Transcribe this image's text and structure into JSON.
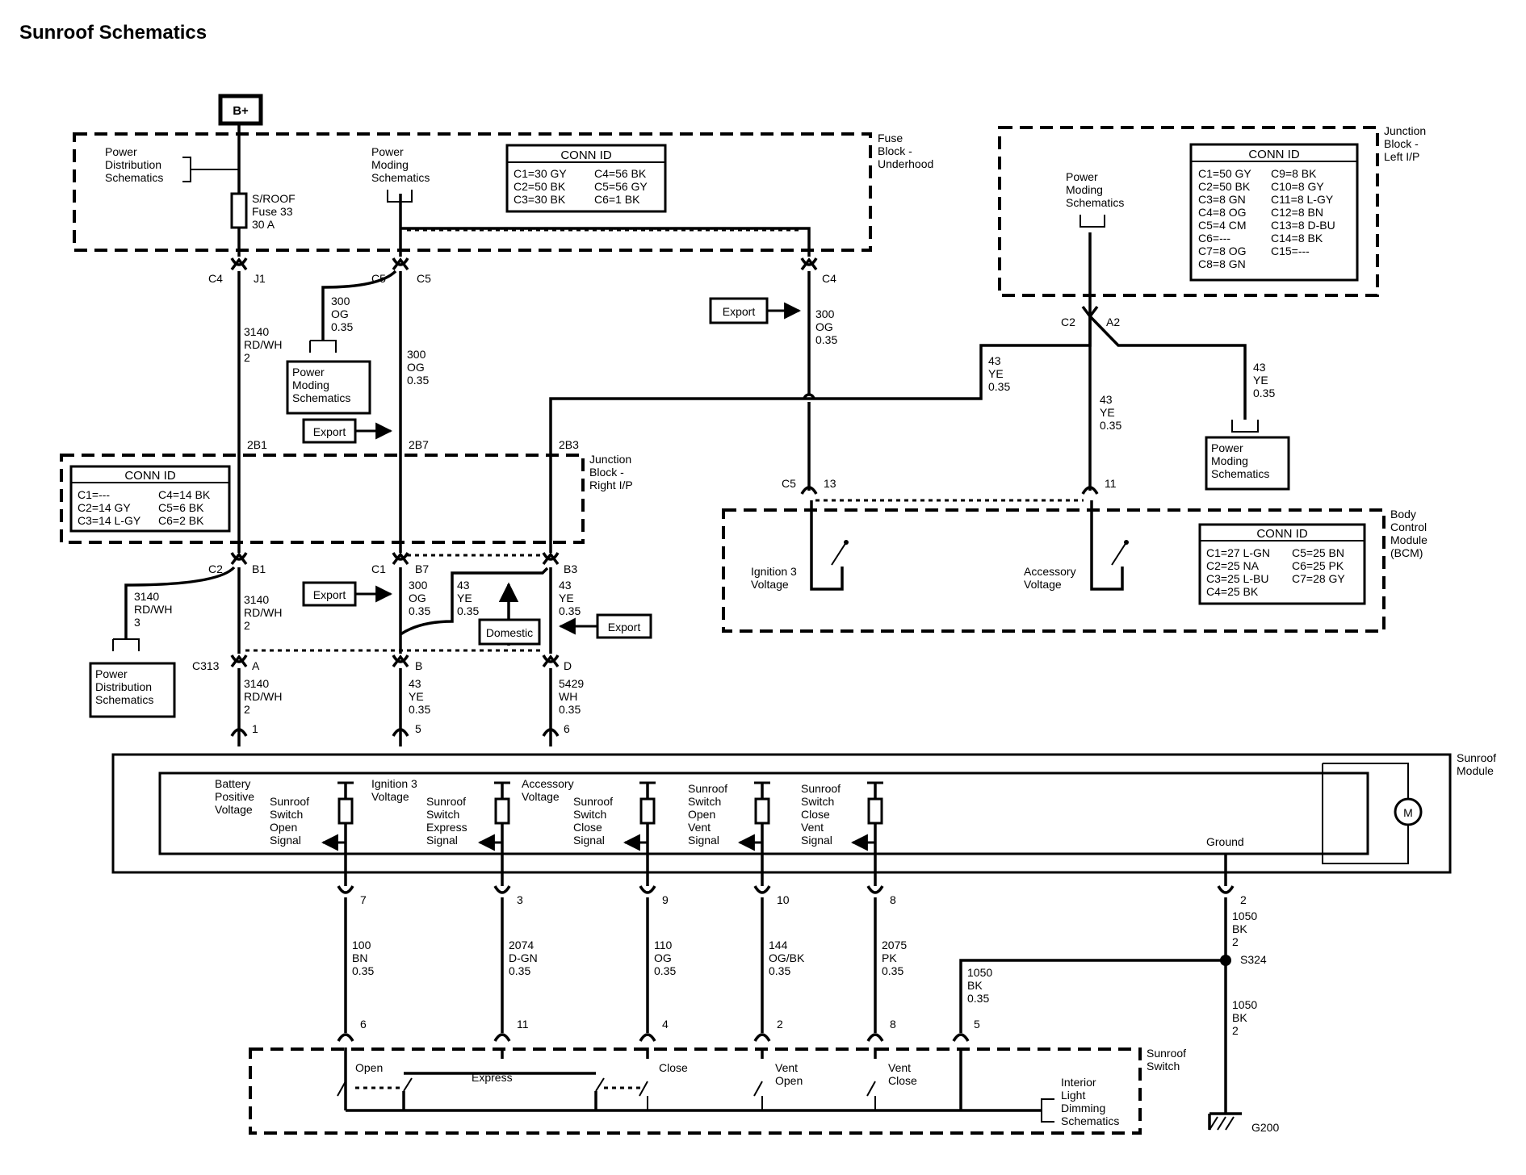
{
  "title": "Sunroof Schematics",
  "battery": "B+",
  "fuse_block_underhood": {
    "label": [
      "Fuse",
      "Block -",
      "Underhood"
    ],
    "power_distribution": [
      "Power",
      "Distribution",
      "Schematics"
    ],
    "power_moding": [
      "Power",
      "Moding",
      "Schematics"
    ],
    "fuse": [
      "S/ROOF",
      "Fuse 33",
      "30 A"
    ],
    "conn_id": {
      "title": "CONN ID",
      "rows": [
        [
          "C1=30 GY",
          "C4=56 BK"
        ],
        [
          "C2=50 BK",
          "C5=56 GY"
        ],
        [
          "C3=30 BK",
          "C6=1 BK"
        ]
      ]
    }
  },
  "junction_block_left": {
    "label": [
      "Junction",
      "Block -",
      "Left I/P"
    ],
    "power_moding": [
      "Power",
      "Moding",
      "Schematics"
    ],
    "conn_id": {
      "title": "CONN ID",
      "rows": [
        [
          "C1=50 GY",
          "C9=8 BK"
        ],
        [
          "C2=50 BK",
          "C10=8 GY"
        ],
        [
          "C3=8 GN",
          "C11=8 L-GY"
        ],
        [
          "C4=8 OG",
          "C12=8 BN"
        ],
        [
          "C5=4 CM",
          "C13=8 D-BU"
        ],
        [
          "C6=---",
          "C14=8 BK"
        ],
        [
          "C7=8 OG",
          "C15=---"
        ],
        [
          "C8=8 GN",
          ""
        ]
      ]
    }
  },
  "junction_block_right": {
    "label": [
      "Junction",
      "Block -",
      "Right I/P"
    ],
    "conn_id": {
      "title": "CONN ID",
      "rows": [
        [
          "C1=---",
          "C4=14 BK"
        ],
        [
          "C2=14 GY",
          "C5=6 BK"
        ],
        [
          "C3=14 L-GY",
          "C6=2 BK"
        ]
      ]
    }
  },
  "bcm": {
    "label": [
      "Body",
      "Control",
      "Module",
      "(BCM)"
    ],
    "ignition": [
      "Ignition 3",
      "Voltage"
    ],
    "accessory": [
      "Accessory",
      "Voltage"
    ],
    "conn_id": {
      "title": "CONN ID",
      "rows": [
        [
          "C1=27 L-GN",
          "C5=25 BN"
        ],
        [
          "C2=25 NA",
          "C6=25 PK"
        ],
        [
          "C3=25 L-BU",
          "C7=28 GY"
        ],
        [
          "C4=25 BK",
          ""
        ]
      ]
    }
  },
  "connectors": {
    "c4": "C4",
    "j1": "J1",
    "c5a": "C5",
    "c5b": "C5",
    "c4r": "C4",
    "2b1": "2B1",
    "2b7": "2B7",
    "2b3": "2B3",
    "c2": "C2",
    "b1": "B1",
    "c1": "C1",
    "b7": "B7",
    "b3": "B3",
    "c313": "C313",
    "a": "A",
    "b": "B",
    "d": "D",
    "p1": "1",
    "p5": "5",
    "p6": "6",
    "c5bcm": "C5",
    "p13": "13",
    "p11": "11",
    "c2l": "C2",
    "a2": "A2"
  },
  "wires": {
    "w3140": [
      "3140",
      "RD/WH",
      "2"
    ],
    "w3140b": [
      "3140",
      "RD/WH",
      "2"
    ],
    "w3140c": [
      "3140",
      "RD/WH",
      "2"
    ],
    "w3140d": [
      "3140",
      "RD/WH",
      "3"
    ],
    "w300a": [
      "300",
      "OG",
      "0.35"
    ],
    "w300b": [
      "300",
      "OG",
      "0.35"
    ],
    "w300c": [
      "300",
      "OG",
      "0.35"
    ],
    "w300d": [
      "300",
      "OG",
      "0.35"
    ],
    "w43a": [
      "43",
      "YE",
      "0.35"
    ],
    "w43b": [
      "43",
      "YE",
      "0.35"
    ],
    "w43c": [
      "43",
      "YE",
      "0.35"
    ],
    "w43d": [
      "43",
      "YE",
      "0.35"
    ],
    "w43e": [
      "43",
      "YE",
      "0.35"
    ],
    "w43f": [
      "43",
      "YE",
      "0.35"
    ],
    "w5429": [
      "5429",
      "WH",
      "0.35"
    ]
  },
  "boxes": {
    "export1": "Export",
    "export2": "Export",
    "export3": "Export",
    "export4": "Export",
    "domestic": "Domestic",
    "power_moding_mid": [
      "Power",
      "Moding",
      "Schematics"
    ],
    "power_moding_right": [
      "Power",
      "Moding",
      "Schematics"
    ],
    "power_distribution_low": [
      "Power",
      "Distribution",
      "Schematics"
    ]
  },
  "sunroof_module": {
    "label": [
      "Sunroof",
      "Module"
    ],
    "motor": "M",
    "battery_positive": [
      "Battery",
      "Positive",
      "Voltage"
    ],
    "ignition3": [
      "Ignition 3",
      "Voltage"
    ],
    "accessory": [
      "Accessory",
      "Voltage"
    ],
    "ground": "Ground",
    "signals": [
      [
        "Sunroof",
        "Switch",
        "Open",
        "Signal"
      ],
      [
        "Sunroof",
        "Switch",
        "Express",
        "Signal"
      ],
      [
        "Sunroof",
        "Switch",
        "Close",
        "Signal"
      ],
      [
        "Sunroof",
        "Switch",
        "Open",
        "Vent",
        "Signal"
      ],
      [
        "Sunroof",
        "Switch",
        "Close",
        "Vent",
        "Signal"
      ]
    ]
  },
  "lower_wires": {
    "pins_top": [
      "7",
      "3",
      "9",
      "10",
      "8",
      "2"
    ],
    "w100": [
      "100",
      "BN",
      "0.35"
    ],
    "w2074": [
      "2074",
      "D-GN",
      "0.35"
    ],
    "w110": [
      "110",
      "OG",
      "0.35"
    ],
    "w144": [
      "144",
      "OG/BK",
      "0.35"
    ],
    "w2075": [
      "2075",
      "PK",
      "0.35"
    ],
    "w1050a": [
      "1050",
      "BK",
      "2"
    ],
    "w1050b": [
      "1050",
      "BK",
      "0.35"
    ],
    "w1050c": [
      "1050",
      "BK",
      "2"
    ],
    "splice": "S324",
    "pins_bottom": [
      "6",
      "11",
      "4",
      "2",
      "8",
      "5"
    ],
    "ground": "G200"
  },
  "sunroof_switch": {
    "label": [
      "Sunroof",
      "Switch"
    ],
    "open": "Open",
    "express": "Express",
    "close": "Close",
    "vent_open": [
      "Vent",
      "Open"
    ],
    "vent_close": [
      "Vent",
      "Close"
    ],
    "interior": [
      "Interior",
      "Light",
      "Dimming",
      "Schematics"
    ]
  }
}
